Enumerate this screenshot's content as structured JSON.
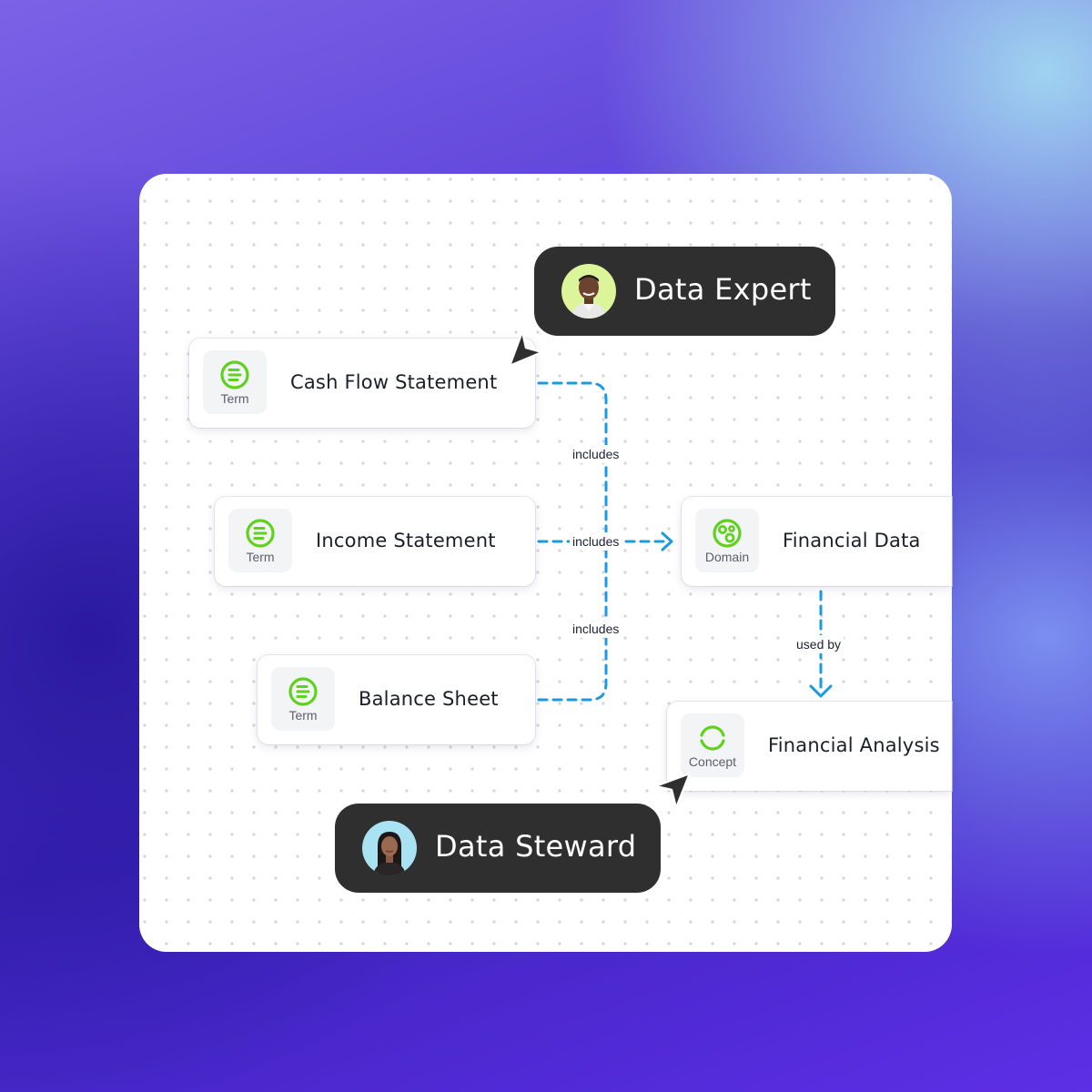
{
  "nodes": {
    "cash_flow": {
      "title": "Cash Flow Statement",
      "type": "Term"
    },
    "income": {
      "title": "Income Statement",
      "type": "Term"
    },
    "balance": {
      "title": "Balance Sheet",
      "type": "Term"
    },
    "financial_data": {
      "title": "Financial Data",
      "type": "Domain"
    },
    "financial_analysis": {
      "title": "Financial Analysis",
      "type": "Concept"
    }
  },
  "edges": {
    "cash_flow_label": "includes",
    "income_label": "includes",
    "balance_label": "includes",
    "used_by_label": "used by"
  },
  "users": {
    "expert": "Data Expert",
    "steward": "Data Steward"
  },
  "colors": {
    "icon_green": "#5fd21e",
    "link_blue": "#1a9be0",
    "pill_dark": "#2f2f2f"
  },
  "icons": {
    "term": "term-icon",
    "domain": "domain-icon",
    "concept": "concept-icon",
    "cursor": "cursor-arrow-icon"
  }
}
